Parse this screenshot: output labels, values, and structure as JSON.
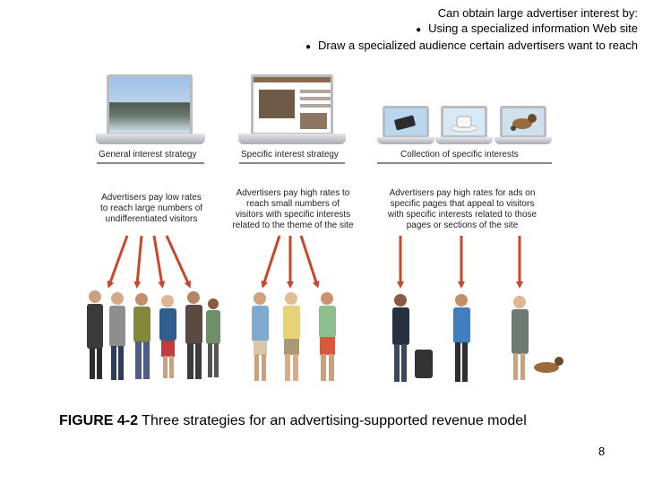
{
  "header": {
    "intro": "Can obtain large advertiser interest by:",
    "bullets": [
      "Using a specialized information Web site",
      "Draw a specialized audience certain advertisers want to reach"
    ]
  },
  "strategies": [
    {
      "label": "General interest strategy",
      "description": [
        "Advertisers pay low rates",
        "to reach large numbers of",
        "undifferentiated visitors"
      ]
    },
    {
      "label": "Specific interest strategy",
      "description": [
        "Advertisers pay high rates to",
        "reach small numbers of",
        "visitors with specific interests",
        "related to the theme of the site"
      ]
    },
    {
      "label": "Collection of specific interests",
      "description": [
        "Advertisers pay high rates for ads on",
        "specific pages that appeal to visitors",
        "with specific interests related to those",
        "pages or sections of the site"
      ]
    }
  ],
  "caption": {
    "figure": "FIGURE 4-2",
    "text": " Three strategies for an advertising-supported revenue model"
  },
  "page_number": "8",
  "colors": {
    "arrow": "#c9472b",
    "label_line": "#888888"
  }
}
